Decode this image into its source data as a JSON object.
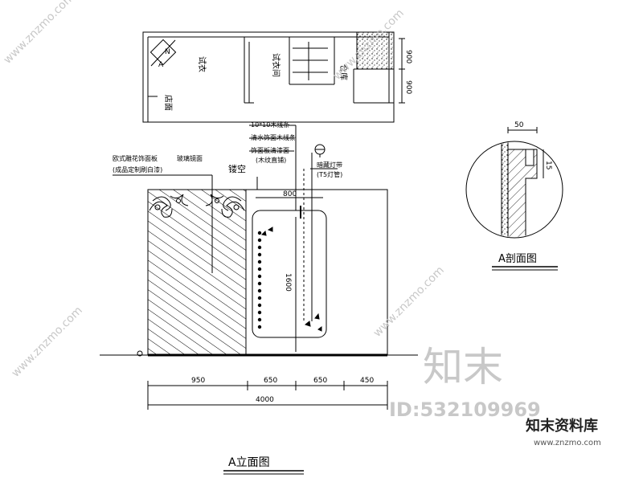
{
  "plan": {
    "room_fitting": "试衣间",
    "room_left": "试衣",
    "room_right": "仓库",
    "room_bottom_left": "店面",
    "compass_n": "N",
    "compass_a": "A",
    "dim_top": "900",
    "dim_bottom": "900"
  },
  "elevation": {
    "title": "A立面图",
    "callouts": {
      "wood_line": "10*10木线条",
      "veneer_ash": "清水饰面木线条",
      "paint_finish": "饰面板清漆面",
      "paint_finish_sub": "(木纹直铺)",
      "hollow": "镂空",
      "carved_left": "欧式雕花饰面板",
      "carved_left_sub": "(成品定制刷白漆)",
      "glass": "玻璃镜面",
      "light": "暗藏灯带",
      "light_sub": "(T5灯管)"
    },
    "inner_width": "800",
    "inner_height": "1600",
    "dims_bottom": [
      "950",
      "650",
      "650",
      "450"
    ],
    "total_width": "4000"
  },
  "section": {
    "title": "A剖面图",
    "dim_top": "50",
    "dim_side": "15"
  },
  "watermark": {
    "logo": "知末",
    "id_text": "ID:532109969",
    "brand": "知末资料库",
    "url": "www.znzmo.com",
    "diag": "www.znzmo.com"
  }
}
